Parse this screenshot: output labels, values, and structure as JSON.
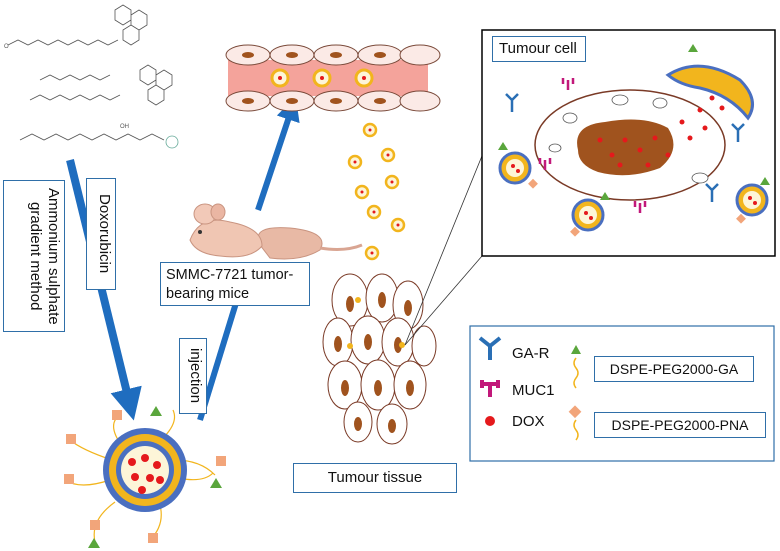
{
  "labels": {
    "tumour_cell": "Tumour cell",
    "mice": "SMMC-7721 tumor-bearing mice",
    "tumour_tissue": "Tumour tissue",
    "ammonium": "Ammonium sulphate gradient method",
    "doxorubicin": "Doxorubicin",
    "injection": "injection"
  },
  "legend": {
    "gar": "GA-R",
    "muc1": "MUC1",
    "dox": "DOX",
    "dspe_ga": "DSPE-PEG2000-GA",
    "dspe_pna": "DSPE-PEG2000-PNA"
  },
  "colors": {
    "arrow_blue": "#1f6dbf",
    "box_border": "#2f6fa8",
    "lipid_blue": "#4a6fc0",
    "lipid_yellow": "#f2b51d",
    "dox_red": "#e5191c",
    "ga_green": "#5aa63c",
    "pna_peach": "#f2a57a",
    "receptor_blue": "#2a6fb5",
    "muc1_magenta": "#c2187a",
    "nucleus_brown": "#a0531e",
    "vessel_pink": "#f4a39b"
  }
}
